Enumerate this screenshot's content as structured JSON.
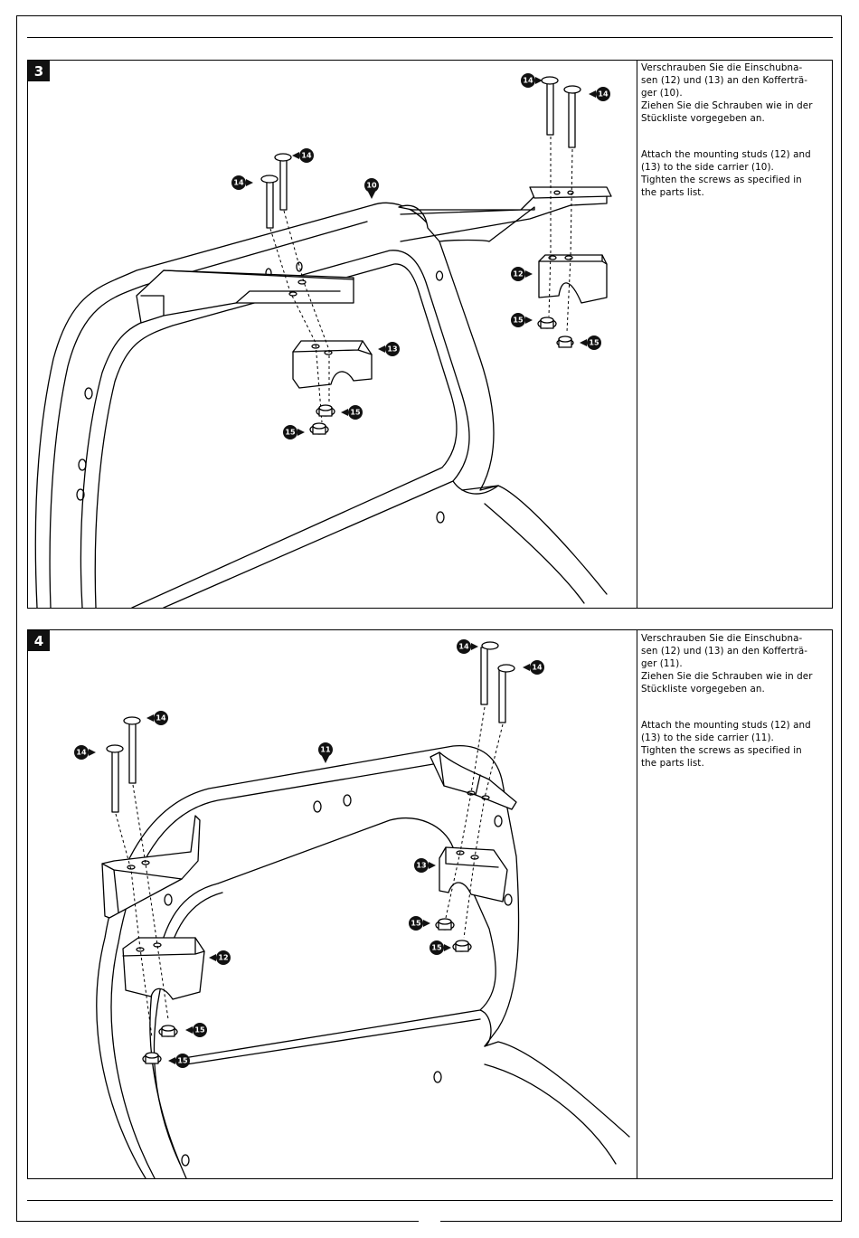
{
  "steps": [
    {
      "number": "3",
      "text_de": "Verschrauben Sie die Einschubna-\nsen (12) und (13) an den Kofferträ-\nger (10).\nZiehen Sie die Schrauben wie in der\nStückliste vorgegeben an.",
      "text_en": "Attach the mounting studs (12) and\n(13) to the side carrier (10).\nTighten the screws as specified in\nthe parts list.",
      "callouts": [
        "14",
        "14",
        "10",
        "14",
        "14",
        "12",
        "13",
        "15",
        "15",
        "15",
        "15"
      ]
    },
    {
      "number": "4",
      "text_de": "Verschrauben Sie die Einschubna-\nsen (12) und (13) an den Kofferträ-\nger (11).\nZiehen Sie die Schrauben wie in der\nStückliste vorgegeben an.",
      "text_en": "Attach the mounting studs (12) and\n(13) to the side carrier (11).\nTighten the screws as specified in\nthe parts list.",
      "callouts": [
        "14",
        "14",
        "11",
        "14",
        "14",
        "13",
        "12",
        "15",
        "15",
        "15",
        "15"
      ]
    }
  ]
}
